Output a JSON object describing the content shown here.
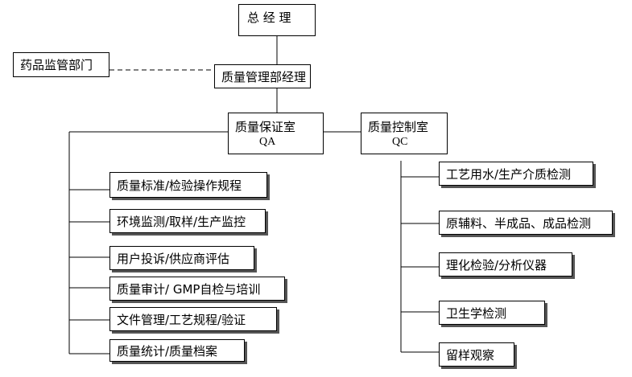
{
  "nodes": {
    "gm": "总 经 理",
    "fda": "药品监管部门",
    "qm": "质量管理部经理",
    "qa": {
      "name": "质量保证室",
      "code": "QA"
    },
    "qc": {
      "name": "质量控制室",
      "code": "QC"
    },
    "qa_items": [
      "质量标准/检验操作规程",
      "环境监测/取样/生产监控",
      "用户投诉/供应商评估",
      "质量审计/ GMP自检与培训",
      "文件管理/工艺规程/验证",
      "质量统计/质量档案"
    ],
    "qc_items": [
      "工艺用水/生产介质检测",
      "原辅料、半成品、成品检测",
      "理化检验/分析仪器",
      "卫生学检测",
      "留样观察"
    ]
  }
}
